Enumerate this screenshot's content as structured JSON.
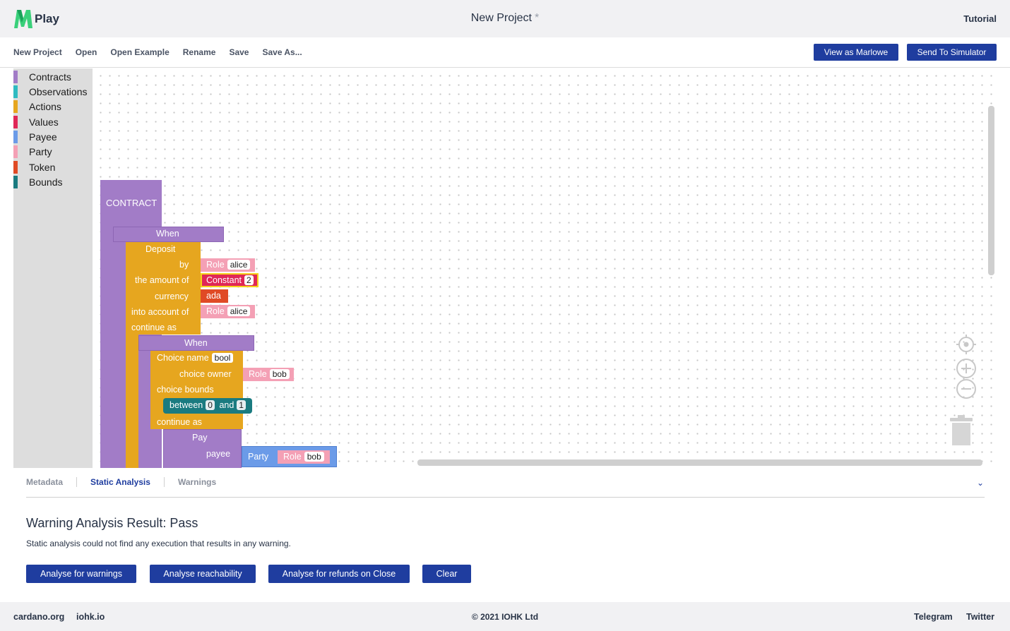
{
  "header": {
    "logo_text": "Play",
    "project_title": "New Project",
    "unsaved_marker": "*",
    "tutorial_link": "Tutorial"
  },
  "menu": {
    "items": [
      "New Project",
      "Open",
      "Open Example",
      "Rename",
      "Save",
      "Save As..."
    ],
    "view_as_marlowe": "View as Marlowe",
    "send_to_simulator": "Send To Simulator"
  },
  "toolbox": {
    "categories": [
      {
        "label": "Contracts",
        "color": "#a27cc7"
      },
      {
        "label": "Observations",
        "color": "#2fbbc1"
      },
      {
        "label": "Actions",
        "color": "#e6a61f"
      },
      {
        "label": "Values",
        "color": "#e02757"
      },
      {
        "label": "Payee",
        "color": "#6b9be8"
      },
      {
        "label": "Party",
        "color": "#f4a0b5"
      },
      {
        "label": "Token",
        "color": "#e04a25"
      },
      {
        "label": "Bounds",
        "color": "#1a7b80"
      }
    ]
  },
  "blocks": {
    "contract": "CONTRACT",
    "when1": "When",
    "deposit": "Deposit",
    "by": "by",
    "the_amount_of": "the amount of",
    "currency": "currency",
    "into_account_of": "into account of",
    "continue_as": "continue as",
    "role": "Role",
    "alice": "alice",
    "constant": "Constant",
    "constant_value": "2",
    "ada": "ada",
    "when2": "When",
    "choice_name": "Choice name",
    "choice_name_value": "bool",
    "choice_owner": "choice owner",
    "bob": "bob",
    "choice_bounds": "choice bounds",
    "between": "between",
    "bound_low": "0",
    "and": "and",
    "bound_high": "1",
    "continue_as2": "continue as",
    "pay": "Pay",
    "payee": "payee",
    "party": "Party"
  },
  "colors": {
    "contract": "#a27cc7",
    "action": "#e6a61f",
    "party_role": "#f4a0b5",
    "value": "#e02757",
    "token": "#e04a25",
    "bounds": "#1a7b80",
    "payee": "#6b9be8",
    "primary_button": "#1f3d9f"
  },
  "panel": {
    "tabs": [
      "Metadata",
      "Static Analysis",
      "Warnings"
    ],
    "active_tab": "Static Analysis",
    "result_title": "Warning Analysis Result: Pass",
    "result_text": "Static analysis could not find any execution that results in any warning.",
    "buttons": [
      "Analyse for warnings",
      "Analyse reachability",
      "Analyse for refunds on Close",
      "Clear"
    ]
  },
  "footer": {
    "left_links": [
      "cardano.org",
      "iohk.io"
    ],
    "copyright": "© 2021 IOHK Ltd",
    "right_links": [
      "Telegram",
      "Twitter"
    ]
  }
}
